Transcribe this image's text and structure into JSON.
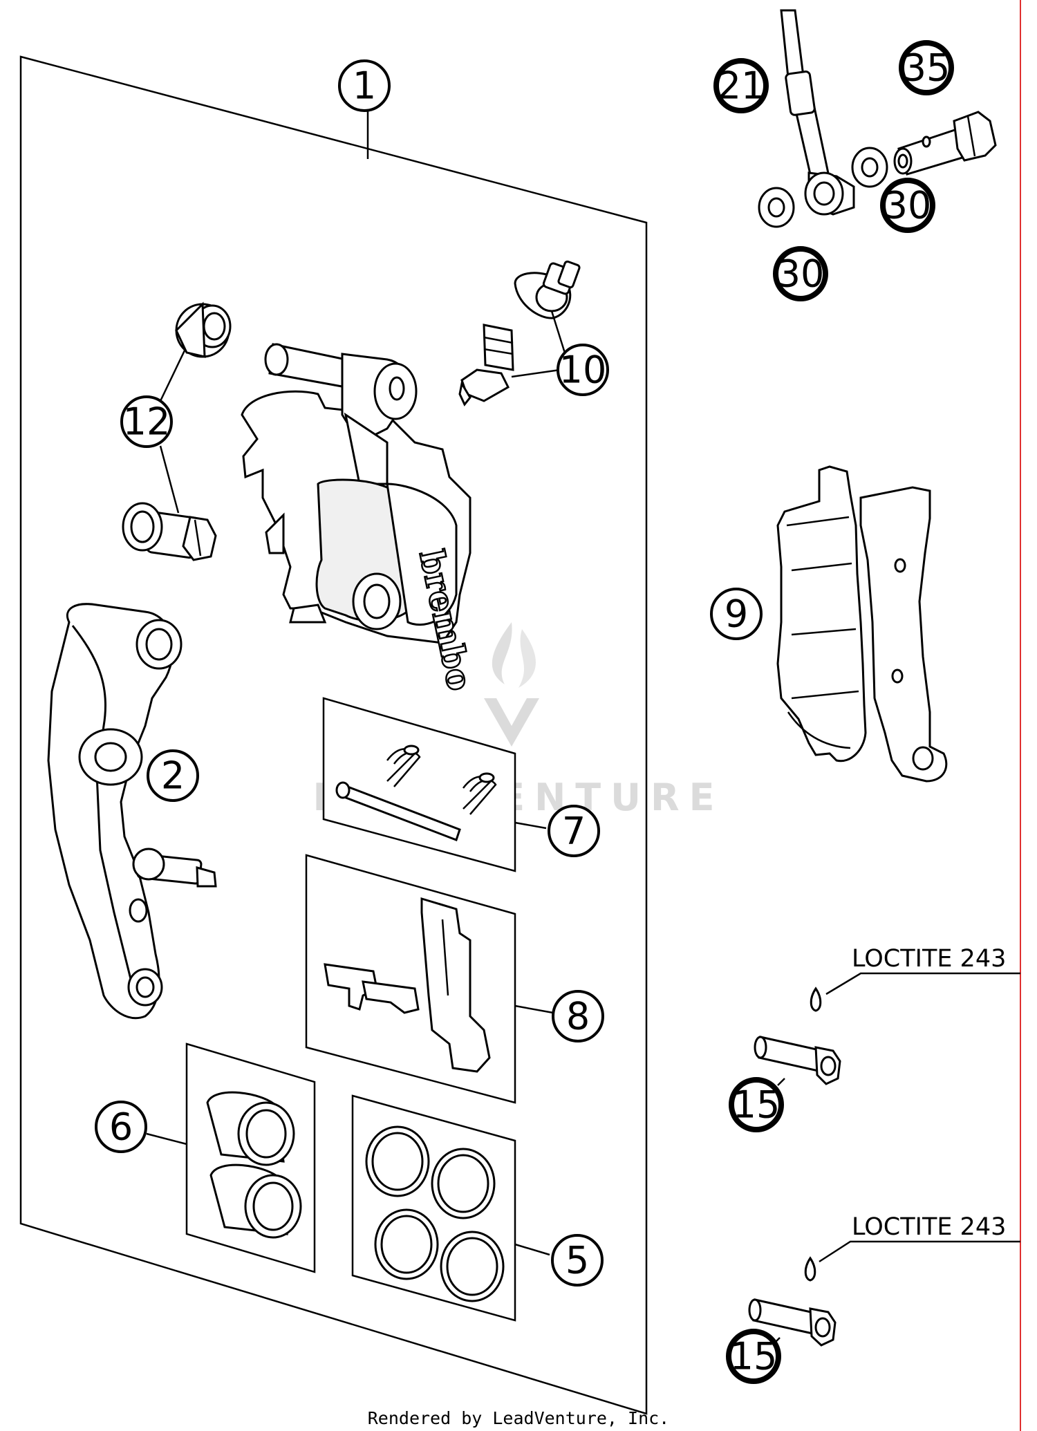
{
  "callouts": {
    "c1": "1",
    "c2": "2",
    "c5": "5",
    "c6": "6",
    "c7": "7",
    "c8": "8",
    "c9": "9",
    "c10": "10",
    "c12": "12",
    "c15a": "15",
    "c15b": "15",
    "c21": "21",
    "c30a": "30",
    "c30b": "30",
    "c35": "35"
  },
  "notes": {
    "loctite_top": "LOCTITE 243",
    "loctite_bottom": "LOCTITE 243"
  },
  "caliper_brand": "brembo",
  "watermark": "LEADVENTURE",
  "footer": "Rendered by LeadVenture, Inc.",
  "colors": {
    "line": "#000000",
    "background": "#ffffff",
    "margin_line": "#e03030",
    "watermark": "#d8d8d8"
  }
}
